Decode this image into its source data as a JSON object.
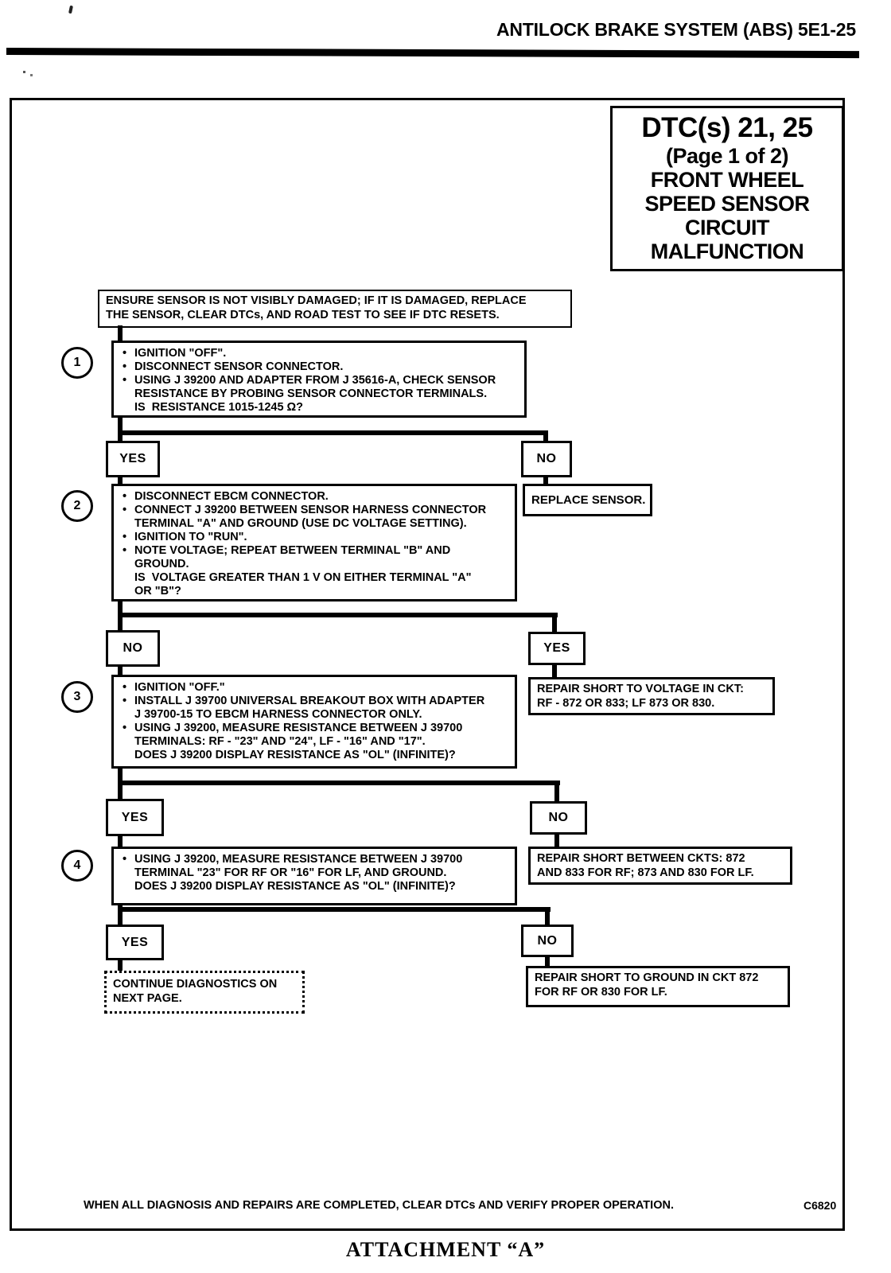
{
  "header": {
    "title": "ANTILOCK BRAKE SYSTEM (ABS) 5E1-25"
  },
  "title_box": {
    "lines": [
      "DTC(s) 21, 25",
      "(Page 1 of 2)",
      "FRONT WHEEL",
      "SPEED SENSOR",
      "CIRCUIT",
      "MALFUNCTION"
    ]
  },
  "intro": {
    "text": "ENSURE SENSOR IS NOT VISIBLY DAMAGED; IF IT IS DAMAGED, REPLACE\nTHE SENSOR, CLEAR DTCs, AND ROAD TEST TO SEE IF DTC RESETS."
  },
  "steps": {
    "step1": {
      "number": "1",
      "bullets": [
        "IGNITION \"OFF\".",
        "DISCONNECT SENSOR CONNECTOR.",
        "USING J 39200 AND ADAPTER FROM J 35616-A, CHECK SENSOR\nRESISTANCE BY PROBING SENSOR CONNECTOR TERMINALS."
      ],
      "question": "IS  RESISTANCE 1015-1245 Ω?"
    },
    "step2": {
      "number": "2",
      "bullets": [
        "DISCONNECT EBCM CONNECTOR.",
        "CONNECT J 39200 BETWEEN SENSOR HARNESS CONNECTOR\nTERMINAL \"A\" AND GROUND (USE DC VOLTAGE SETTING).",
        "IGNITION TO \"RUN\".",
        "NOTE VOLTAGE; REPEAT BETWEEN TERMINAL \"B\" AND\nGROUND."
      ],
      "question": "IS  VOLTAGE GREATER THAN 1 V ON EITHER TERMINAL \"A\"\nOR \"B\"?"
    },
    "step3": {
      "number": "3",
      "bullets": [
        "IGNITION \"OFF.\"",
        "INSTALL J 39700 UNIVERSAL BREAKOUT BOX WITH ADAPTER\nJ 39700-15 TO EBCM HARNESS CONNECTOR ONLY.",
        "USING J 39200, MEASURE RESISTANCE BETWEEN J 39700\nTERMINALS: RF - \"23\" AND \"24\", LF - \"16\" AND \"17\"."
      ],
      "question": "DOES J 39200 DISPLAY RESISTANCE AS \"OL\" (INFINITE)?"
    },
    "step4": {
      "number": "4",
      "bullets": [
        "USING J 39200, MEASURE RESISTANCE BETWEEN J 39700\nTERMINAL \"23\" FOR RF OR \"16\" FOR LF, AND GROUND."
      ],
      "question": "DOES J 39200 DISPLAY RESISTANCE AS \"OL\" (INFINITE)?"
    }
  },
  "decisions": {
    "d1": {
      "left": "YES",
      "right": "NO",
      "right_outcome": "REPLACE SENSOR."
    },
    "d2": {
      "left": "NO",
      "right": "YES",
      "right_outcome": "REPAIR SHORT TO VOLTAGE IN CKT:\nRF - 872 OR 833; LF 873 OR 830."
    },
    "d3": {
      "left": "YES",
      "right": "NO",
      "right_outcome": "REPAIR SHORT BETWEEN CKTS: 872\nAND 833 FOR RF; 873 AND 830 FOR LF."
    },
    "d4": {
      "left": "YES",
      "right": "NO",
      "left_outcome": "CONTINUE DIAGNOSTICS ON\nNEXT PAGE.",
      "right_outcome": "REPAIR SHORT TO GROUND IN CKT 872\nFOR RF OR 830 FOR LF."
    }
  },
  "footer": {
    "note": "WHEN ALL DIAGNOSIS AND REPAIRS ARE COMPLETED, CLEAR DTCs AND VERIFY PROPER OPERATION.",
    "code": "C6820",
    "attachment": "ATTACHMENT “A”"
  }
}
